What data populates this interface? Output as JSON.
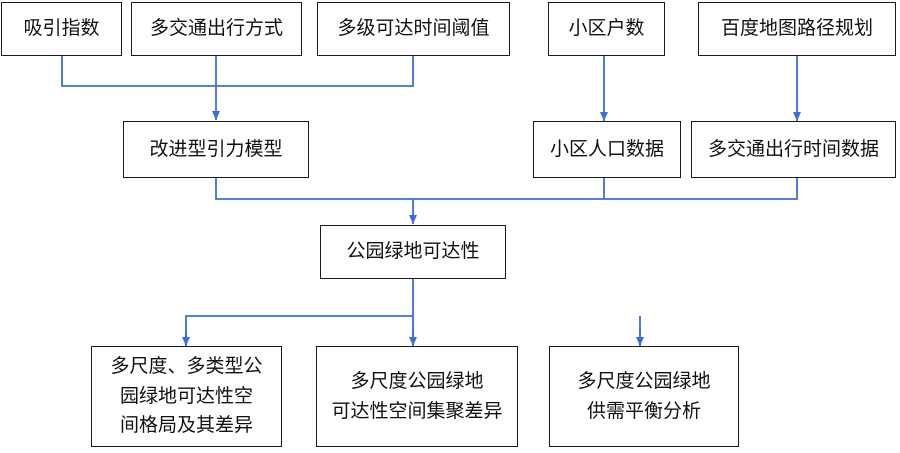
{
  "nodes": {
    "attraction_index": "吸引指数",
    "multi_mode": "多交通出行方式",
    "multi_threshold": "多级可达时间阈值",
    "community_households": "小区户数",
    "baidu_routing": "百度地图路径规划",
    "gravity_model": "改进型引力模型",
    "community_population": "小区人口数据",
    "travel_time_data": "多交通出行时间数据",
    "accessibility": "公园绿地可达性",
    "out_pattern": [
      "多尺度、多类型公",
      "园绿地可达性空",
      "间格局及其差异"
    ],
    "out_cluster": [
      "多尺度公园绿地",
      "可达性空间集聚差异"
    ],
    "out_supply": [
      "多尺度公园绿地",
      "供需平衡分析"
    ]
  },
  "colors": {
    "connector": "#3a6fe0",
    "border": "#1a1a1a"
  }
}
